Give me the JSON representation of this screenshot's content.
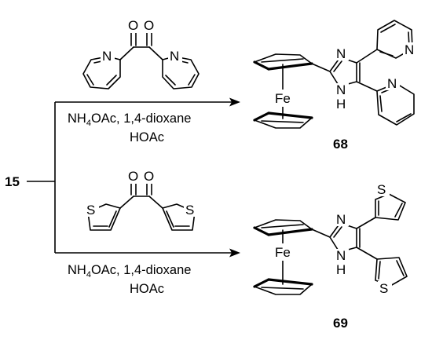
{
  "starting_material": "15",
  "reactions": [
    {
      "product": "68",
      "conditions_line1_prefix": "NH",
      "conditions_line1_sub": "4",
      "conditions_line1_suffix": "OAc, 1,4-dioxane",
      "conditions_line2": "HOAc",
      "reagent_atoms": [
        "O",
        "O",
        "N",
        "N"
      ],
      "product_atoms": [
        "Fe",
        "N",
        "N",
        "H",
        "N",
        "N"
      ]
    },
    {
      "product": "69",
      "conditions_line1_prefix": "NH",
      "conditions_line1_sub": "4",
      "conditions_line1_suffix": "OAc, 1,4-dioxane",
      "conditions_line2": "HOAc",
      "reagent_atoms": [
        "O",
        "O",
        "S",
        "S"
      ],
      "product_atoms": [
        "Fe",
        "N",
        "N",
        "H",
        "S",
        "S"
      ]
    }
  ]
}
